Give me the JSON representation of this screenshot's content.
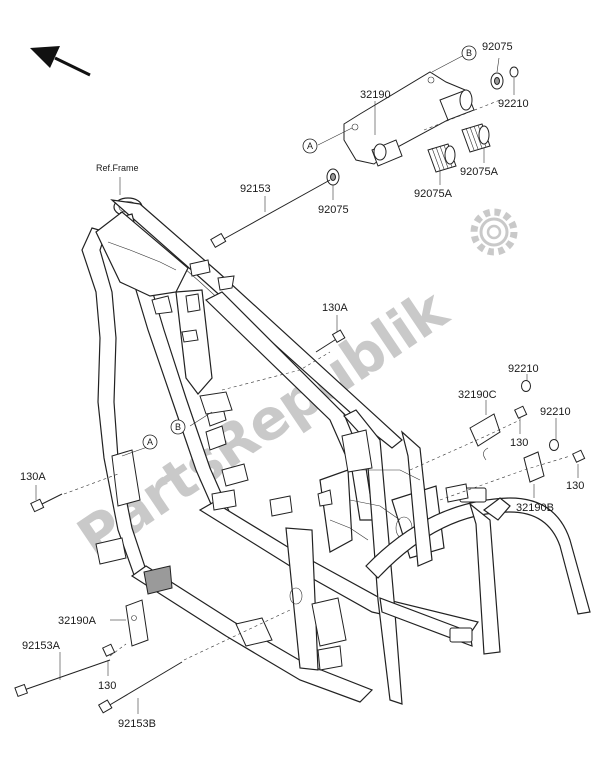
{
  "diagram": {
    "reference_label": "Ref.Frame",
    "callout_letters": {
      "a_top": "A",
      "b_top": "B",
      "b_mid": "B",
      "a_mid": "A"
    },
    "part_labels": {
      "p92075_top": "92075",
      "p92210_top": "92210",
      "p32190": "32190",
      "p92153": "92153",
      "p92075_mid": "92075",
      "p92075A_left": "92075A",
      "p92075A_right": "92075A",
      "p130A_top": "130A",
      "p92210_r1": "92210",
      "p32190C": "32190C",
      "p130_r1": "130",
      "p92210_r2": "92210",
      "p130_r2": "130",
      "p32190B": "32190B",
      "p130A_left": "130A",
      "p32190A": "32190A",
      "p92153A": "92153A",
      "p130_bottom": "130",
      "p92153B": "92153B"
    },
    "watermark": {
      "text": "PartsRepublik",
      "icon": "gear-icon"
    },
    "icons": {
      "orientation_arrow": "arrow-up-left-icon"
    }
  }
}
